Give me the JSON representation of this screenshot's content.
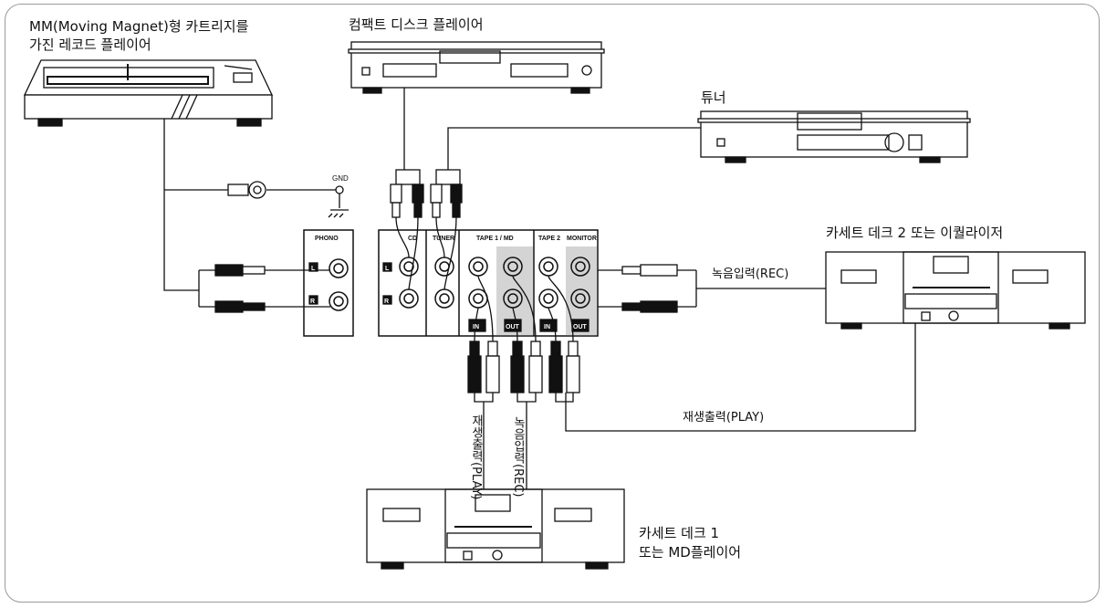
{
  "labels": {
    "turntable_line1": "MM(Moving Magnet)형 카트리지를",
    "turntable_line2": "가진 레코드 플레이어",
    "cd_player": "컴팩트 디스크 플레이어",
    "tuner": "튜너",
    "cassette2": "카세트 데크 2 또는 이퀄라이저",
    "cassette1_line1": "카세트 데크 1",
    "cassette1_line2": "또는 MD플레이어",
    "rec_input_right": "녹음입력(REC)",
    "play_output_right": "재생출력(PLAY)",
    "play_output_vertical": "재생출력(PLAY)",
    "rec_input_vertical": "녹음입력(REC)",
    "gnd": "GND"
  },
  "panel": {
    "phono": "PHONO",
    "cd": "CD",
    "tuner": "TUNER",
    "tape1_md": "TAPE 1 / MD",
    "tape2": "TAPE 2",
    "monitor": "MONITOR",
    "ch_left": "L",
    "ch_right": "R",
    "in_left": "IN",
    "out_left": "OUT",
    "in_right": "IN",
    "out_right": "OUT"
  },
  "colors": {
    "line": "#111111",
    "shade": "#d4d4d4",
    "frame": "#9a9a9a"
  }
}
